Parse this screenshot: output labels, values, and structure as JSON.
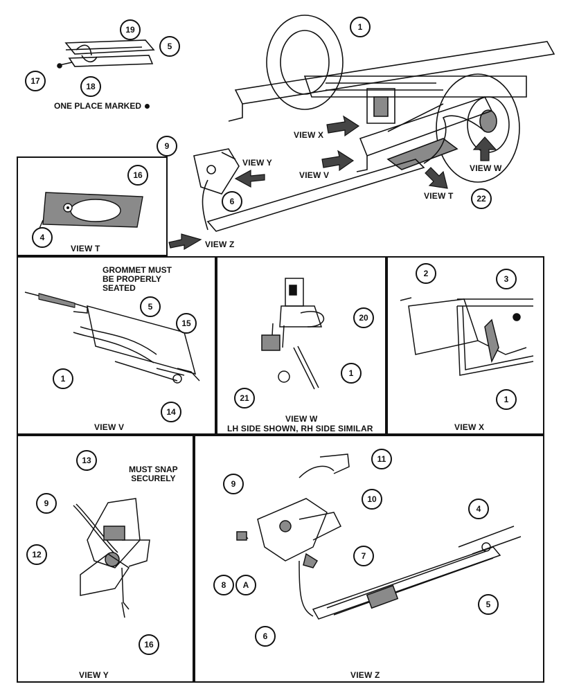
{
  "colors": {
    "ink": "#111111",
    "paper": "#ffffff",
    "shade": "#8a8a8a"
  },
  "top": {
    "note_marked": "ONE PLACE MARKED",
    "marker_icon": "filled-dot-icon",
    "callouts": [
      "19",
      "5",
      "17",
      "18",
      "1",
      "9",
      "6",
      "22"
    ],
    "labels": {
      "view_x": "VIEW X",
      "view_y": "VIEW Y",
      "view_v": "VIEW V",
      "view_w": "VIEW W",
      "view_t": "VIEW T",
      "view_z": "VIEW Z"
    }
  },
  "view_t": {
    "title": "VIEW T",
    "callouts": [
      "16",
      "4"
    ]
  },
  "view_v": {
    "title": "VIEW V",
    "note": [
      "GROMMET MUST",
      "BE PROPERLY",
      "SEATED"
    ],
    "callouts": [
      "5",
      "15",
      "1",
      "14"
    ]
  },
  "view_w": {
    "title": "VIEW W",
    "subtitle": "LH SIDE SHOWN, RH SIDE SIMILAR",
    "callouts": [
      "20",
      "1",
      "21"
    ]
  },
  "view_x": {
    "title": "VIEW X",
    "callouts": [
      "2",
      "3",
      "1"
    ]
  },
  "view_y": {
    "title": "VIEW Y",
    "note": [
      "MUST SNAP",
      "SECURELY"
    ],
    "callouts": [
      "13",
      "9",
      "12",
      "16"
    ]
  },
  "view_z": {
    "title": "VIEW Z",
    "callouts": [
      "11",
      "9",
      "10",
      "4",
      "7",
      "8",
      "6",
      "5"
    ],
    "letter_callout": "A"
  }
}
